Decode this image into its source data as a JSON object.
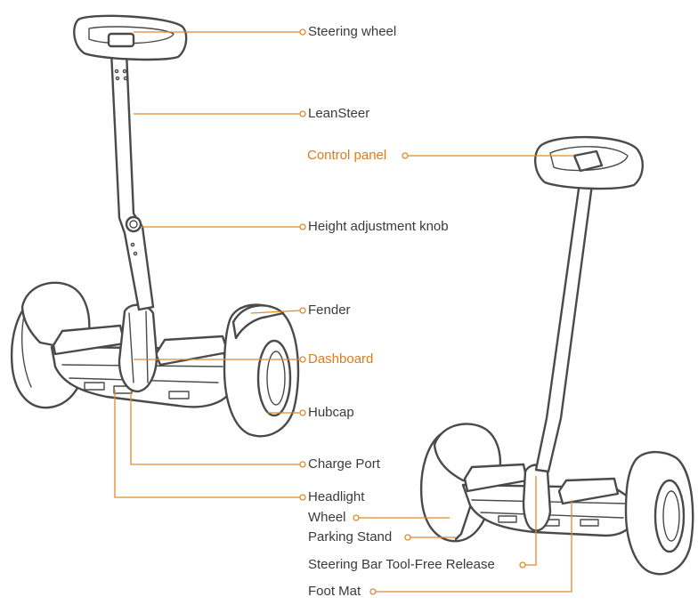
{
  "colors": {
    "accent": "#e07b1a",
    "line": "#4a4a4a",
    "text": "#3a3a3a"
  },
  "labels": {
    "steering_wheel": "Steering wheel",
    "leansteer": "LeanSteer",
    "control_panel": "Control panel",
    "height_knob": "Height adjustment knob",
    "fender": "Fender",
    "dashboard": "Dashboard",
    "hubcap": "Hubcap",
    "charge_port": "Charge Port",
    "headlight": "Headlight",
    "wheel": "Wheel",
    "parking_stand": "Parking Stand",
    "steering_release": "Steering Bar Tool-Free Release",
    "foot_mat": "Foot Mat"
  }
}
